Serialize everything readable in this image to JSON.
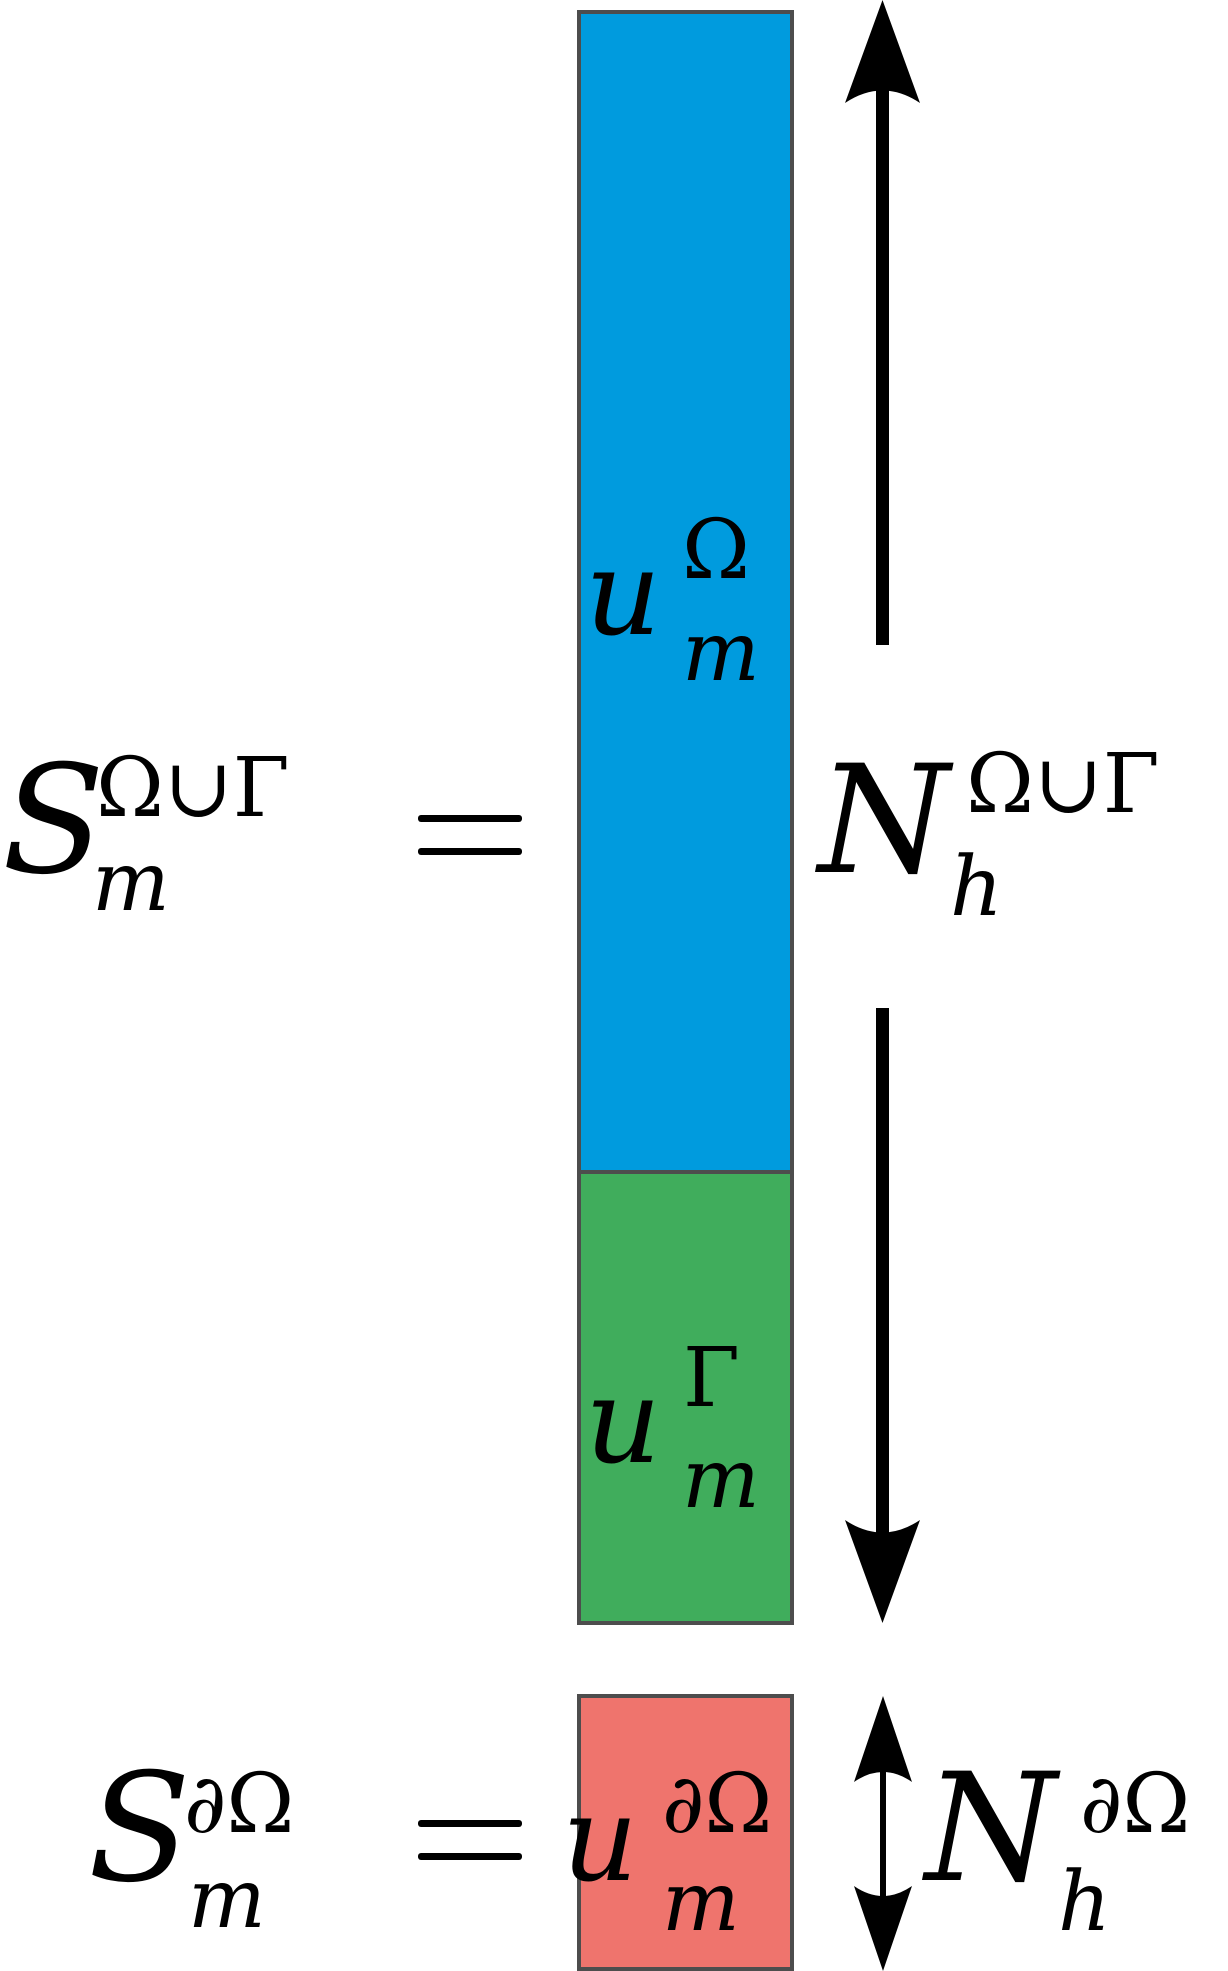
{
  "diagram": {
    "colors": {
      "interior": "#009bde",
      "interface": "#40ad5c",
      "boundary": "#ef746d",
      "border": "#4d4d4d",
      "arrow": "#000000"
    },
    "snapshot_full": {
      "lhs": {
        "base": "S",
        "sub": "m",
        "sup": "Ω∪Γ"
      },
      "equals": "=",
      "blocks": [
        {
          "name": "interior",
          "base": "u",
          "sub": "m",
          "sup": "Ω"
        },
        {
          "name": "interface",
          "base": "u",
          "sub": "m",
          "sup": "Γ"
        }
      ],
      "dimension": {
        "base": "N",
        "sub": "h",
        "sup": "Ω∪Γ"
      }
    },
    "snapshot_boundary": {
      "lhs": {
        "base": "S",
        "sub": "m",
        "sup": "∂Ω"
      },
      "equals": "=",
      "block": {
        "name": "boundary",
        "base": "u",
        "sub": "m",
        "sup": "∂Ω"
      },
      "dimension": {
        "base": "N",
        "sub": "h",
        "sup": "∂Ω"
      }
    }
  }
}
